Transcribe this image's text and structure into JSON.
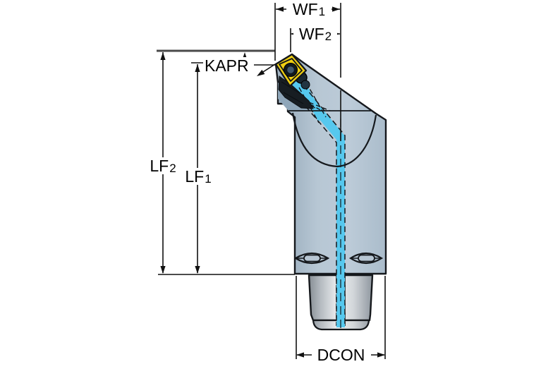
{
  "diagram": {
    "labels": {
      "wf1": {
        "text": "WF",
        "sub": "1"
      },
      "wf2": {
        "text": "WF",
        "sub": "2"
      },
      "kapr": {
        "text": "KAPR",
        "sub": ""
      },
      "lf2": {
        "text": "LF",
        "sub": "2"
      },
      "lf1": {
        "text": "LF",
        "sub": "1"
      },
      "dcon": {
        "text": "DCON",
        "sub": ""
      }
    },
    "colors": {
      "background": "#ffffff",
      "outline": "#15181c",
      "body_blue_gray": "#b7c7d4",
      "shank_gray": "#d2d6da",
      "coolant_cyan": "#56c8ee",
      "insert_yellow": "#efce12",
      "clamp_dark": "#171d22",
      "dimension_line": "#111111",
      "reference_line": "#4a4a4a"
    }
  }
}
